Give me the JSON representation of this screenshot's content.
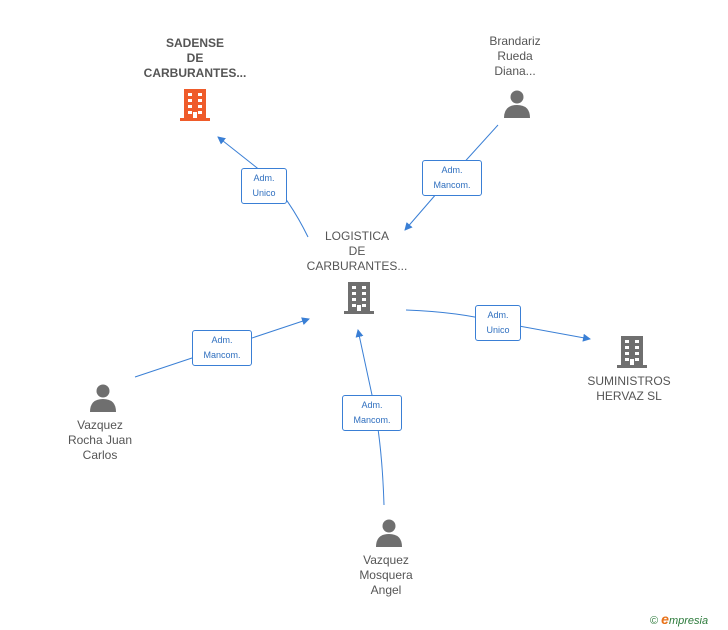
{
  "colors": {
    "edge": "#3a7fd5",
    "main_building": "#ef5b2a",
    "building": "#6f6f6f",
    "person": "#6f6f6f"
  },
  "nodes": {
    "sadense": {
      "label": "SADENSE\nDE\nCARBURANTES...",
      "icon": "building-icon"
    },
    "logistica": {
      "label": "LOGISTICA\nDE\nCARBURANTES...",
      "icon": "building-icon"
    },
    "suministros": {
      "label": "SUMINISTROS\nHERVAZ SL",
      "icon": "building-icon"
    },
    "brandariz": {
      "label": "Brandariz\nRueda\nDiana...",
      "icon": "person-icon"
    },
    "vazquez_rocha": {
      "label": "Vazquez\nRocha Juan\nCarlos",
      "icon": "person-icon"
    },
    "vazquez_mosquera": {
      "label": "Vazquez\nMosquera\nAngel",
      "icon": "person-icon"
    }
  },
  "relations": {
    "to_sadense": "Adm.\nUnico",
    "from_brandariz": "Adm.\nMancom.",
    "from_vazquez_rocha": "Adm.\nMancom.",
    "from_vazquez_mosquera": "Adm.\nMancom.",
    "to_suministros": "Adm.\nUnico"
  },
  "brand": {
    "copyright": "©",
    "first": "e",
    "rest": "mpresia"
  }
}
